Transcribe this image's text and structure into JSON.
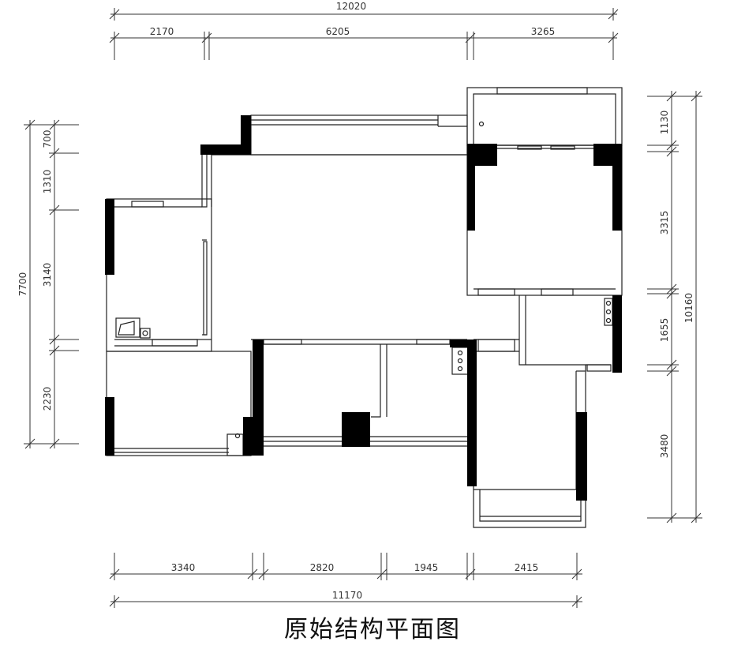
{
  "title": "原始结构平面图",
  "dimensions": {
    "top_total": "12020",
    "top_segments": [
      "2170",
      "6205",
      "3265"
    ],
    "bottom_total": "11170",
    "bottom_segments": [
      "3340",
      "2820",
      "1945",
      "2415"
    ],
    "left_total": "7700",
    "left_segments": [
      "700",
      "1310",
      "3140",
      "2230"
    ],
    "right_total": "10160",
    "right_segments": [
      "1130",
      "3315",
      "1655",
      "3480"
    ]
  },
  "colors": {
    "wall": "#000000",
    "line": "#222222",
    "dim": "#333333"
  }
}
